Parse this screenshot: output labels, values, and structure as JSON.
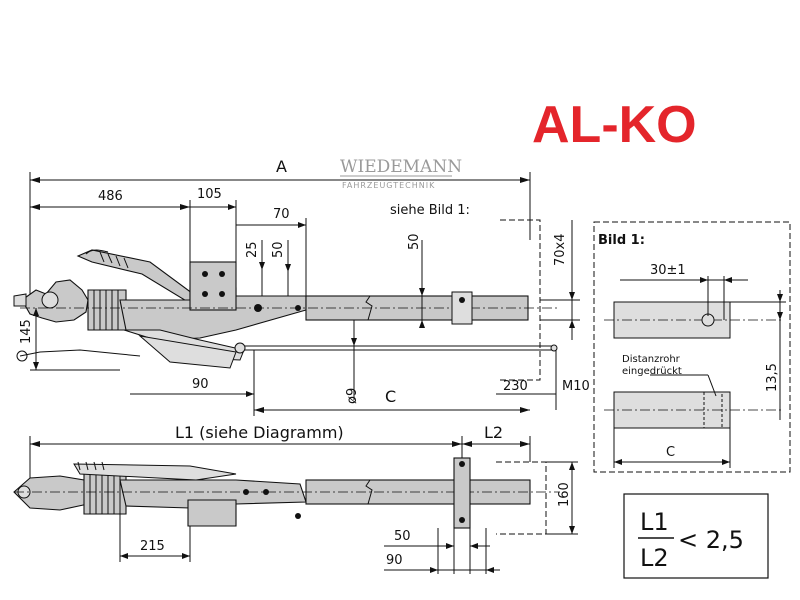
{
  "brand": {
    "logo_text": "AL-KO",
    "logo_color": "#e4252b",
    "watermark_title": "WIEDEMANN",
    "watermark_sub": "FAHRZEUGTECHNIK"
  },
  "top_view": {
    "dim_A": "A",
    "dim_486": "486",
    "dim_105": "105",
    "dim_70": "70",
    "dim_25": "25",
    "dim_50a": "50",
    "dim_50b": "50",
    "dim_145": "145",
    "dim_90": "90",
    "dim_phi9": "ø9",
    "dim_C": "C",
    "dim_230": "230",
    "dim_M10": "M10",
    "dim_70x4": "70x4",
    "note_siehe_bild": "siehe Bild 1:"
  },
  "bottom_view": {
    "dim_L1": "L1 (siehe Diagramm)",
    "dim_L2": "L2",
    "dim_160": "160",
    "dim_215": "215",
    "dim_50": "50",
    "dim_90": "90"
  },
  "detail": {
    "title": "Bild 1:",
    "dim_30": "30±1",
    "dim_13_5": "13,5",
    "label_distanzrohr": "Distanzrohr",
    "label_eingedrueckt": "eingedrückt",
    "dim_C": "C"
  },
  "ratio_box": {
    "numerator": "L1",
    "denominator": "L2",
    "relation": "< 2,5"
  }
}
